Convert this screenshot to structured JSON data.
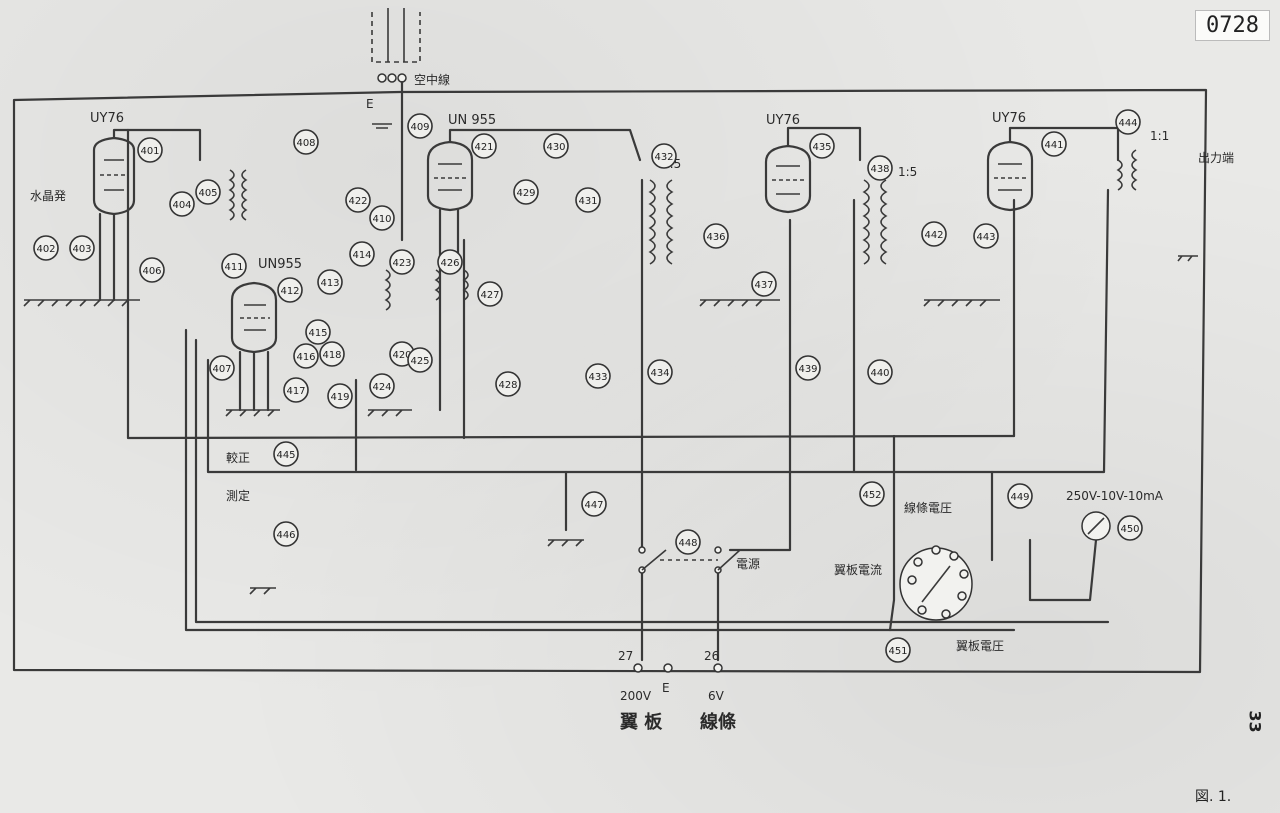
{
  "document": {
    "number": "0728",
    "page_number": "33",
    "figure_label": "図. 1."
  },
  "tubes": [
    {
      "id": "v1",
      "label": "UY76"
    },
    {
      "id": "v2",
      "label": "UN955"
    },
    {
      "id": "v3",
      "label": "UN 955"
    },
    {
      "id": "v4",
      "label": "UY76"
    },
    {
      "id": "v5",
      "label": "UY76"
    }
  ],
  "parts": [
    "401",
    "402",
    "403",
    "404",
    "405",
    "406",
    "407",
    "408",
    "409",
    "410",
    "411",
    "412",
    "413",
    "414",
    "415",
    "416",
    "417",
    "418",
    "419",
    "420",
    "421",
    "422",
    "423",
    "424",
    "425",
    "426",
    "427",
    "428",
    "429",
    "430",
    "431",
    "432",
    "433",
    "434",
    "435",
    "436",
    "437",
    "438",
    "439",
    "440",
    "441",
    "442",
    "443",
    "444",
    "445",
    "446",
    "447",
    "448",
    "449",
    "450",
    "451",
    "452"
  ],
  "notes": {
    "antenna": "空中線",
    "crystal": "水晶発",
    "output": "出力端",
    "switch_a": "較正",
    "switch_b": "測定",
    "power": "電源",
    "filament_voltage": "線條電圧",
    "plate_current": "翼板電流",
    "plate_voltage": "翼板電圧",
    "meter_range": "250V-10V-10mA",
    "ratio_1": "1:1",
    "ratio_2": "1:5",
    "ratio_3": "1:5",
    "e_mark": "E",
    "terminal_27": "27",
    "terminal_26": "26",
    "v200": "200V",
    "v6": "6V",
    "plate_label": "翼 板",
    "filament_label": "線條"
  }
}
